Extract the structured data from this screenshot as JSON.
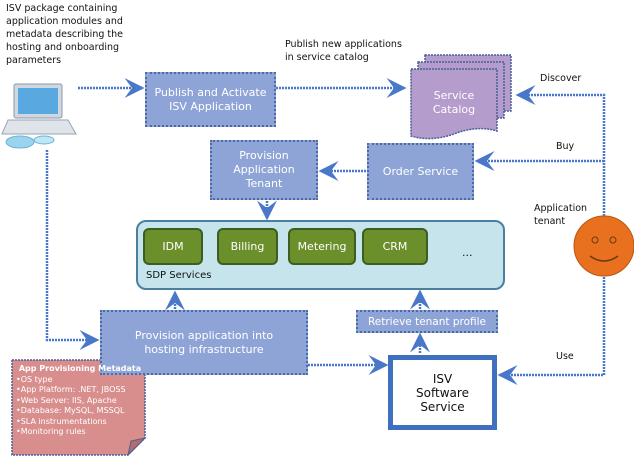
{
  "package_note": "ISV package containing application modules and metadata describing the hosting and onboarding parameters",
  "publish_note": "Publish new applications in service catalog",
  "publish_box": "Publish and Activate ISV Application",
  "service_catalog": "Service Catalog",
  "discover_label": "Discover",
  "buy_label": "Buy",
  "use_label": "Use",
  "tenant_label": "Application tenant",
  "provision_tenant_box": "Provision Application Tenant",
  "order_service_box": "Order Service",
  "sdp": {
    "title": "SDP Services",
    "services": [
      "IDM",
      "Billing",
      "Metering",
      "CRM"
    ],
    "more": "..."
  },
  "provision_hosting_box": "Provision application into hosting infrastructure",
  "retrieve_box": "Retrieve tenant profile",
  "isv_service_box": "ISV Software Service",
  "metadata": {
    "title": "App Provisioning Metadata",
    "items": [
      "•OS type",
      "•App Platform: .NET, JBOSS",
      "•Web Server: IIS, Apache",
      "•Database: MySQL, MSSQL",
      "•SLA instrumentations",
      "•Monitoring rules"
    ]
  },
  "colors": {
    "arrow": "#4a78c8",
    "box_blue": "#8fa4d6",
    "catalog": "#b49ccc",
    "sdp_bg": "#c6e4ec",
    "service_green": "#6b8f2a",
    "tenant_face": "#e8701e",
    "metadata_note": "#d98e8e"
  }
}
